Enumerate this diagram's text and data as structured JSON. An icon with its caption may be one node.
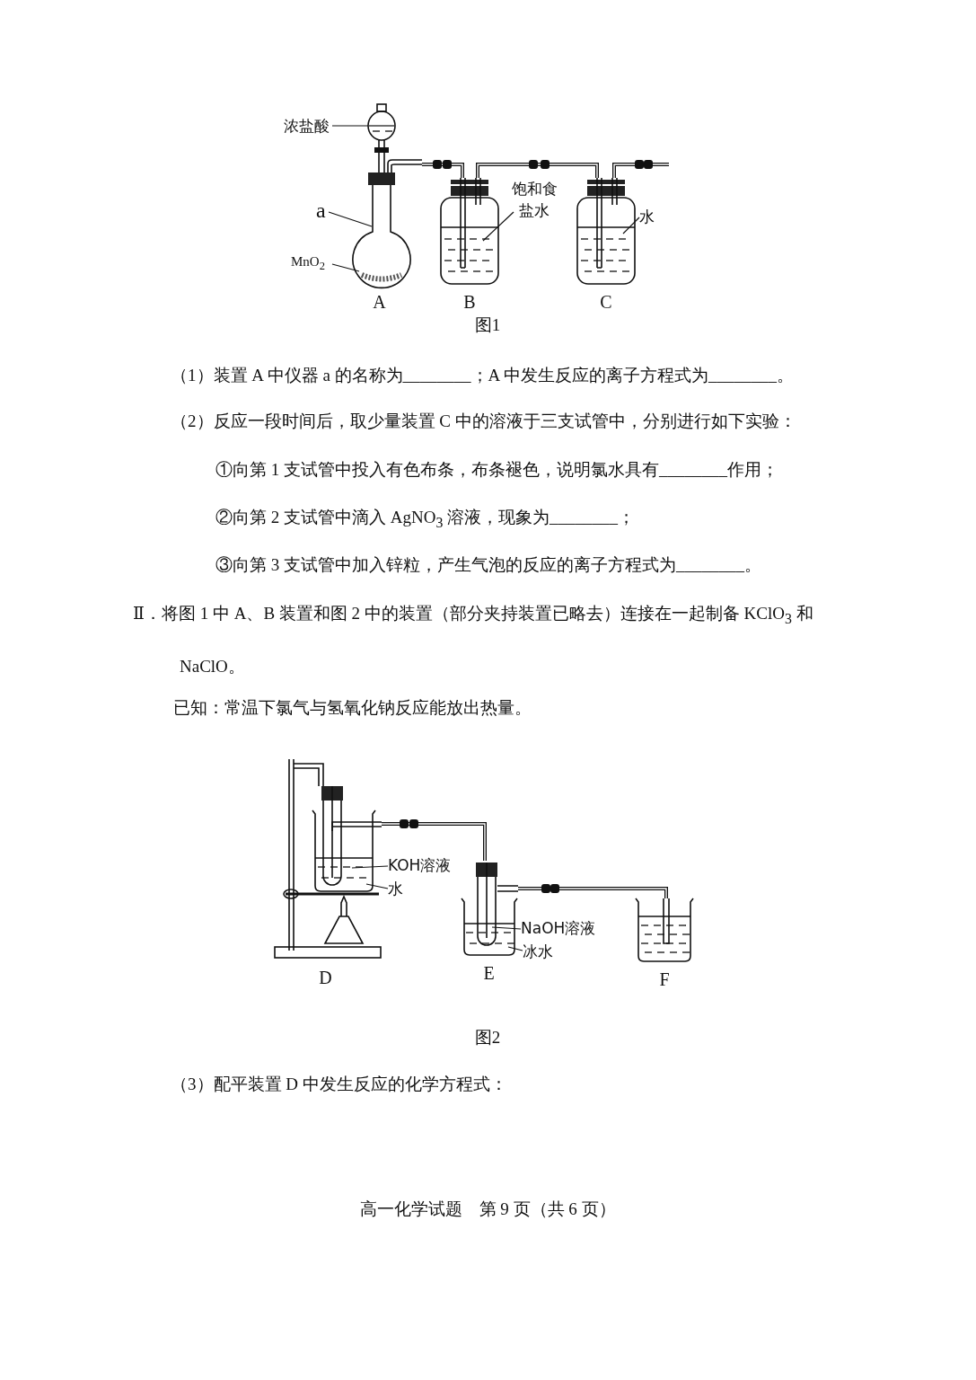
{
  "diagram": {
    "nodes": [
      {
        "text": [],
        "shape": "picture",
        "beside": [
          "A"
        ]
      },
      {
        "text": [],
        "shape": "picture",
        "beside": [
          "B"
        ]
      },
      {
        "text": [],
        "shape": "picture",
        "beside": [
          "C"
        ]
      },
      {
        "text": [
          "浓盐酸"
        ]
      },
      {
        "text": [
          "a"
        ]
      },
      {
        "text": [
          "MnO$_{2}$"
        ]
      },
      {
        "text": [
          "饱和食盐水"
        ]
      },
      {
        "text": [
          "水"
        ]
      },
      {
        "text": [],
        "shape": "picture",
        "beside": [
          "D"
        ]
      },
      {
        "text": [],
        "shape": "picture",
        "beside": [
          "E"
        ]
      },
      {
        "text": [],
        "shape": "picture",
        "beside": [
          "F"
        ]
      },
      {
        "text": [
          "KOH溶液"
        ]
      },
      {
        "text": [
          "水"
        ]
      },
      {
        "text": [
          "NaOH溶液"
        ]
      },
      {
        "text": [
          "冰水"
        ]
      }
    ],
    "edges": [
      {
        "from": 0,
        "to": 1,
        "arrow": "none",
        "style": "thick"
      },
      {
        "from": 1,
        "to": 2,
        "arrow": "none",
        "style": "thick"
      },
      {
        "from": 2,
        "to": null,
        "arrow": "none",
        "style": "thick"
      },
      {
        "from": 8,
        "to": 9,
        "arrow": "none",
        "style": "thick"
      },
      {
        "from": 9,
        "to": 10,
        "arrow": "none",
        "style": "thick"
      },
      {
        "from": 3,
        "to": 0,
        "arrow": "none"
      },
      {
        "from": 4,
        "to": 0,
        "arrow": "none"
      },
      {
        "from": 5,
        "to": 0,
        "arrow": "none"
      },
      {
        "from": 6,
        "to": 1,
        "arrow": "none"
      },
      {
        "from": 7,
        "to": 2,
        "arrow": "none"
      },
      {
        "from": 11,
        "to": 8,
        "arrow": "none"
      },
      {
        "from": 12,
        "to": 8,
        "arrow": "none"
      },
      {
        "from": 13,
        "to": 9,
        "arrow": "none"
      },
      {
        "from": 14,
        "to": 9,
        "arrow": "none"
      }
    ],
    "labels": [
      "图1",
      "（1）装置 A 中仪器 a 的名称为________；A 中发生反应的离子方程式为________。",
      "（2）反应一段时间后，取少量装置 C 中的溶液于三支试管中，分别进行如下实验：",
      "①向第 1 支试管中投入有色布条，布条褪色，说明氯水具有________作用；",
      "②向第 2 支试管中滴入 AgNO$_{3}$ 溶液，现象为________；",
      "③向第 3 支试管中加入锌粒，产生气泡的反应的离子方程式为________。",
      "Ⅱ．将图 1 中 A、B 装置和图 2 中的装置（部分夹持装置已略去）连接在一起制备 KClO$_{3}$ 和 NaClO。",
      "已知：常温下氯气与氢氧化钠反应能放出热量。",
      "图2",
      "（3）配平装置 D 中发生反应的化学方程式：",
      "高一化学试题　第 9 页（共 6 页）"
    ]
  }
}
